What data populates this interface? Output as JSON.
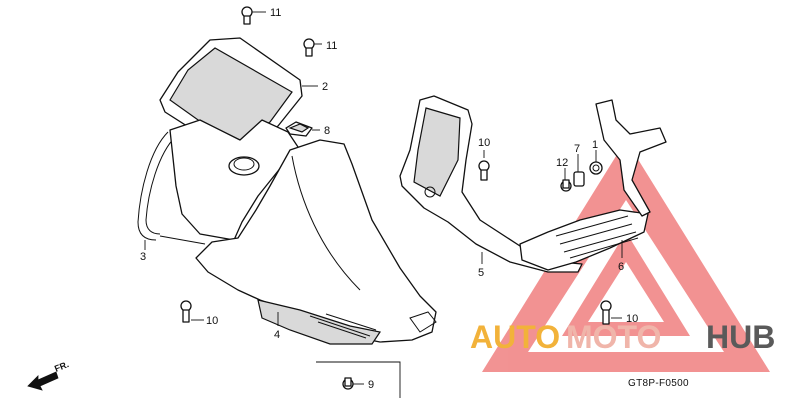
{
  "callouts": {
    "c1": "1",
    "c2": "2",
    "c3": "3",
    "c4": "4",
    "c5": "5",
    "c6": "6",
    "c7": "7",
    "c8": "8",
    "c9": "9",
    "c10a": "10",
    "c10b": "10",
    "c10c": "10",
    "c11a": "11",
    "c11b": "11",
    "c12": "12"
  },
  "direction_label": "FR.",
  "diagram_code": "GT8P-F0500",
  "watermark": {
    "part1": "AUTO",
    "part2": "MOTO",
    "part3": "HUB",
    "colors": {
      "auto": "#f2b23a",
      "moto": "#f0b5aa",
      "hub": "#5a5a5a",
      "triangle": "#f08080"
    }
  }
}
